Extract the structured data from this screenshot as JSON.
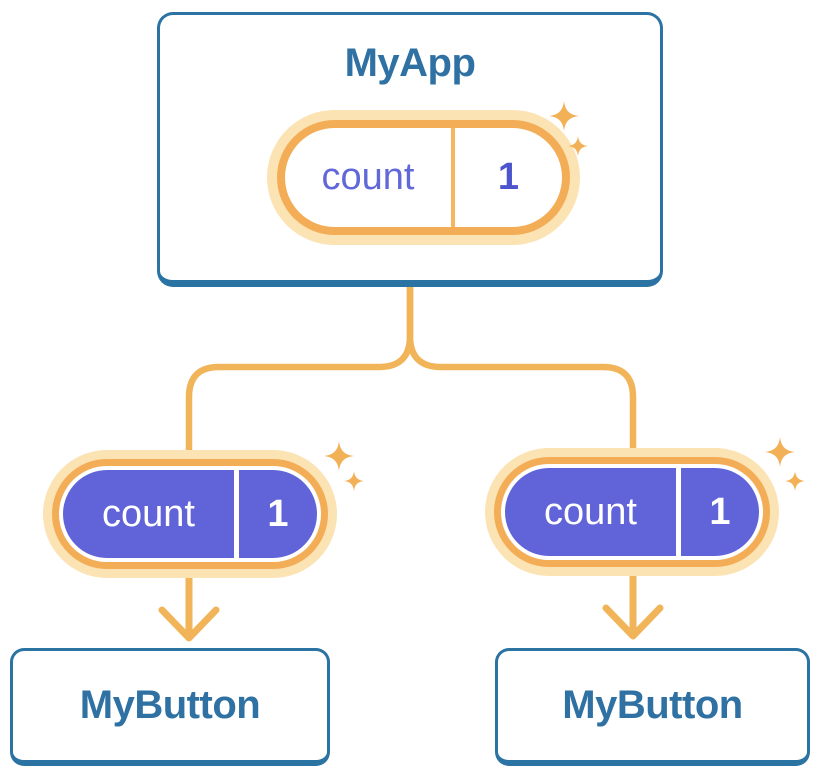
{
  "diagram": {
    "root": {
      "title": "MyApp",
      "state": {
        "label": "count",
        "value": "1"
      }
    },
    "children": [
      {
        "title": "MyButton",
        "state": {
          "label": "count",
          "value": "1"
        }
      },
      {
        "title": "MyButton",
        "state": {
          "label": "count",
          "value": "1"
        }
      }
    ],
    "icons": {
      "state_decoration": "sparkles-icon"
    },
    "colors": {
      "background": "#ffffff",
      "card_border": "#2b73a3",
      "card_title_text": "#2e71a2",
      "pill_halo": "#fbe3b3",
      "pill_ring": "#f3ad56",
      "pill_fill_dark": "#6164d8",
      "pill_label_light": "#6268d8",
      "pill_value_light": "#4c54ce",
      "pill_text_dark": "#ffffff",
      "connector": "#f2b458",
      "sparkle": "#f3b157"
    }
  }
}
